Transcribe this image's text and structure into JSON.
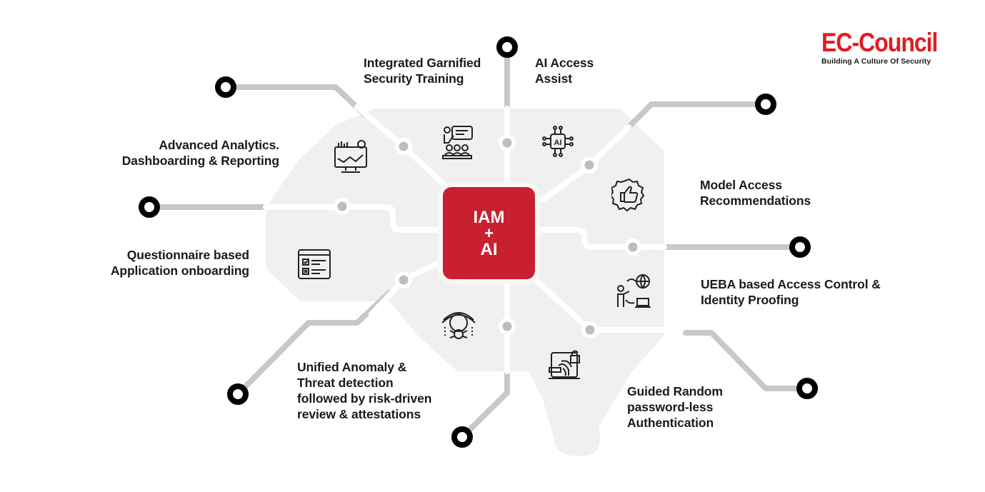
{
  "brand": {
    "name": "EC-Council",
    "tagline": "Building A Culture Of Security",
    "color": "#e31b23"
  },
  "hub": {
    "line1": "IAM",
    "line2": "+",
    "line3": "AI",
    "color": "#c8202f"
  },
  "colors": {
    "panel": "#f0f0f0",
    "connector": "#c8c8c8",
    "internal_line": "#ffffff",
    "node_dot": "#bdbdbd",
    "terminal": "#000000",
    "text": "#1a1a1a"
  },
  "nodes": [
    {
      "id": "training",
      "lines": [
        "Integrated Garnified",
        "Security Training"
      ],
      "icon": "presentation-training-icon"
    },
    {
      "id": "ai-assist",
      "lines": [
        "AI Access",
        "Assist"
      ],
      "icon": "ai-chip-icon"
    },
    {
      "id": "analytics",
      "lines": [
        "Advanced Analytics.",
        "Dashboarding & Reporting"
      ],
      "icon": "analytics-dashboard-icon"
    },
    {
      "id": "recommendations",
      "lines": [
        "Model Access",
        "Recommendations"
      ],
      "icon": "thumbs-up-badge-icon"
    },
    {
      "id": "onboarding",
      "lines": [
        "Questionnaire based",
        "Application onboarding"
      ],
      "icon": "checklist-form-icon"
    },
    {
      "id": "ueba",
      "lines": [
        "UEBA based Access Control &",
        "Identity Proofing"
      ],
      "icon": "user-globe-laptop-icon"
    },
    {
      "id": "anomaly",
      "lines": [
        "Unified Anomaly &",
        "Threat detection",
        "followed by risk-driven",
        "review & attestations"
      ],
      "icon": "eye-bug-detection-icon"
    },
    {
      "id": "passwordless",
      "lines": [
        "Guided Random",
        "password-less",
        "Authentication"
      ],
      "icon": "fingerprint-lock-icon"
    }
  ]
}
